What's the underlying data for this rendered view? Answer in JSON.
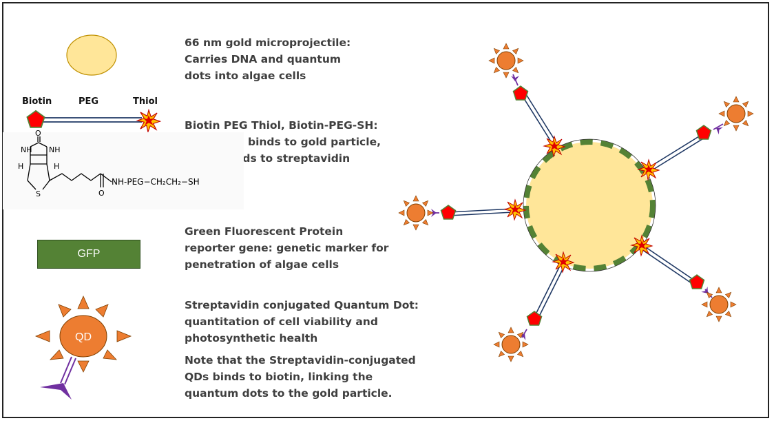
{
  "labels": {
    "biotin": "Biotin",
    "peg": "PEG",
    "thiol": "Thiol",
    "gfp": "GFP",
    "qd": "QD",
    "chem_tail": "NH-PEG−CH₂CH₂−SH",
    "chem_nh": "NH",
    "chem_h": "H",
    "chem_s": "S",
    "chem_o": "O"
  },
  "descriptions": {
    "gold": "66 nm gold microprojectile:\nCarries DNA and quantum\ndots into algae cells",
    "peg_linker": "Biotin PEG Thiol, Biotin-PEG-SH:\nThiol (SH) binds to gold particle,\nBiotin binds to streptavidin",
    "gfp": "Green Fluorescent Protein\nreporter gene: genetic marker for\npenetration of algae cells",
    "qd": "Streptavidin conjugated Quantum Dot:\nquantitation of cell viability and\nphotosynthetic health",
    "note": "Note that the Streptavidin-conjugated\nQDs binds to biotin, linking the\nquantum dots to the gold particle."
  },
  "colors": {
    "gold_fill": "#ffe699",
    "coating": "#548235",
    "linker": "#1f3864",
    "biotin": "#ff0000",
    "thiol_burst": "#ffc000",
    "qd": "#ed7d31",
    "streptavidin": "#7030a0"
  },
  "icons": {
    "biotin": "red-pentagon",
    "thiol": "starburst",
    "quantum_dot": "sun-with-spikes",
    "streptavidin": "y-antibody"
  }
}
